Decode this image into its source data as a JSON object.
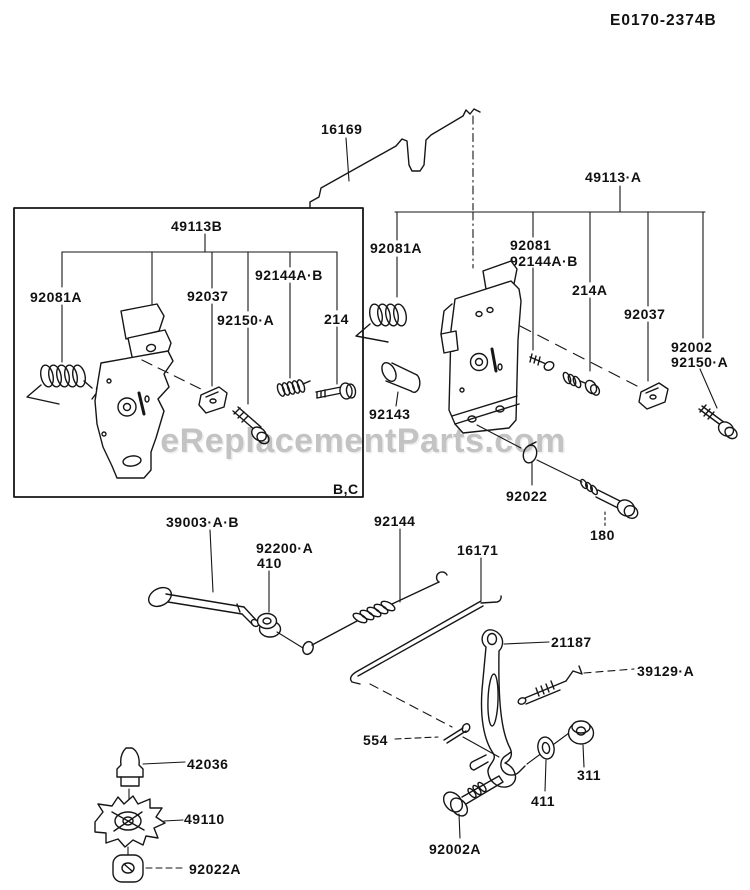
{
  "diagram": {
    "code": "E0170-2374B",
    "watermark": "eReplacementParts.com",
    "panel": "16169",
    "colors": {
      "ink": "#161616",
      "watermark_light": "#efefef",
      "watermark_dark": "#c3c3c3"
    },
    "inset": {
      "title": "49113B",
      "note": "B,C",
      "spring": "92081A",
      "clamp": "92037",
      "spring2": "92144A·B",
      "bolt150": "92150·A",
      "bolt214": "214"
    },
    "right": {
      "title": "49113·A",
      "spring": "92081A",
      "screw": "92081",
      "spring2": "92144A·B",
      "bolt214a": "214A",
      "clamp": "92037",
      "nut92002": "92002",
      "bolt150": "92150·A"
    },
    "parts": {
      "collar": "92143",
      "clip": "92022",
      "bolt180": "180",
      "crank": "39003·A·B",
      "nut92200": "92200·A",
      "washer410": "410",
      "spring92144": "92144",
      "rod16171": "16171",
      "lever": "21187",
      "link39129": "39129·A",
      "pin554": "554",
      "sleeve": "42036",
      "gear": "49110",
      "washer92022a": "92022A",
      "nut311": "311",
      "washer411": "411",
      "bolt92002a": "92002A"
    }
  }
}
